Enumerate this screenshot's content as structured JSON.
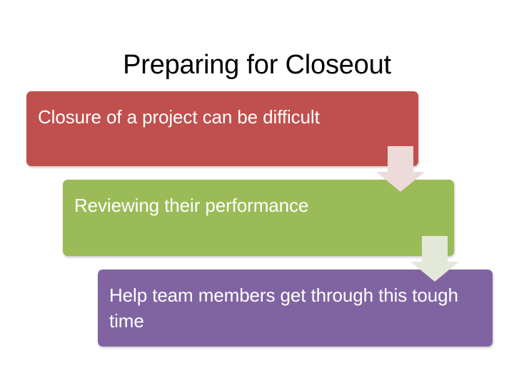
{
  "slide": {
    "title": "Preparing for Closeout",
    "background_color": "#FFFFFF",
    "title_color": "#000000"
  },
  "process": {
    "steps": [
      {
        "id": "step-1",
        "order": 1,
        "text": "Closure of a project can be difficult",
        "fill_color": "#C0504D",
        "text_color": "#FFFFFF"
      },
      {
        "id": "step-2",
        "order": 2,
        "text": "Reviewing their performance",
        "fill_color": "#9BBB59",
        "text_color": "#FFFFFF"
      },
      {
        "id": "step-3",
        "order": 3,
        "text": "Help team members get through this tough time",
        "fill_color": "#8064A2",
        "text_color": "#FFFFFF"
      }
    ],
    "connectors": [
      {
        "id": "connector-1",
        "icon": "down-arrow-icon",
        "from": "step-1",
        "to": "step-2",
        "fill_color": "#EDDBD9"
      },
      {
        "id": "connector-2",
        "icon": "down-arrow-icon",
        "from": "step-2",
        "to": "step-3",
        "fill_color": "#E3E8D9"
      }
    ]
  }
}
